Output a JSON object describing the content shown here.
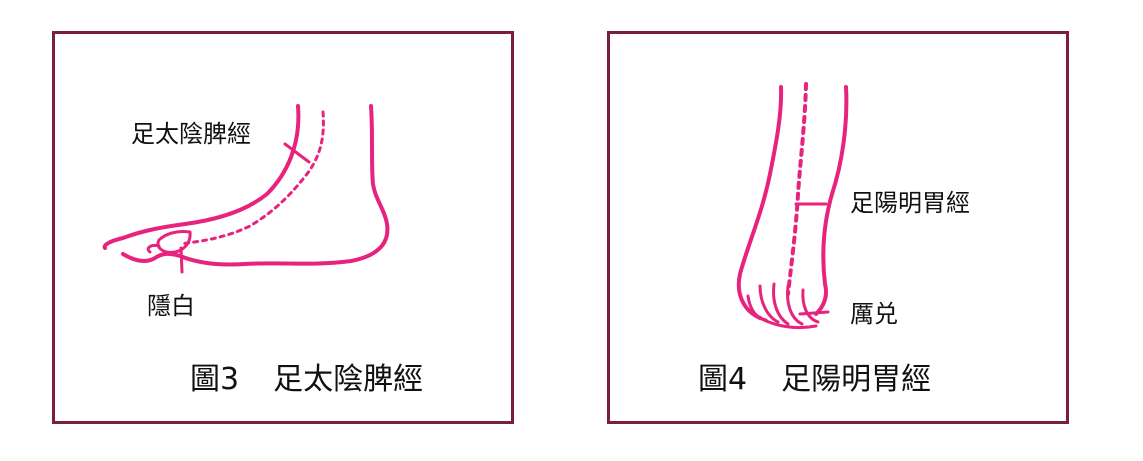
{
  "colors": {
    "meridian": "#e8237d",
    "frame": "#7a1f3d",
    "text": "#111111"
  },
  "figure3": {
    "meridian_label": "足太陰脾經",
    "point_label": "隱白",
    "caption_number": "圖3",
    "caption_title": "足太陰脾經"
  },
  "figure4": {
    "meridian_label": "足陽明胃經",
    "point_label": "厲兑",
    "caption_number": "圖4",
    "caption_title": "足陽明胃經"
  }
}
